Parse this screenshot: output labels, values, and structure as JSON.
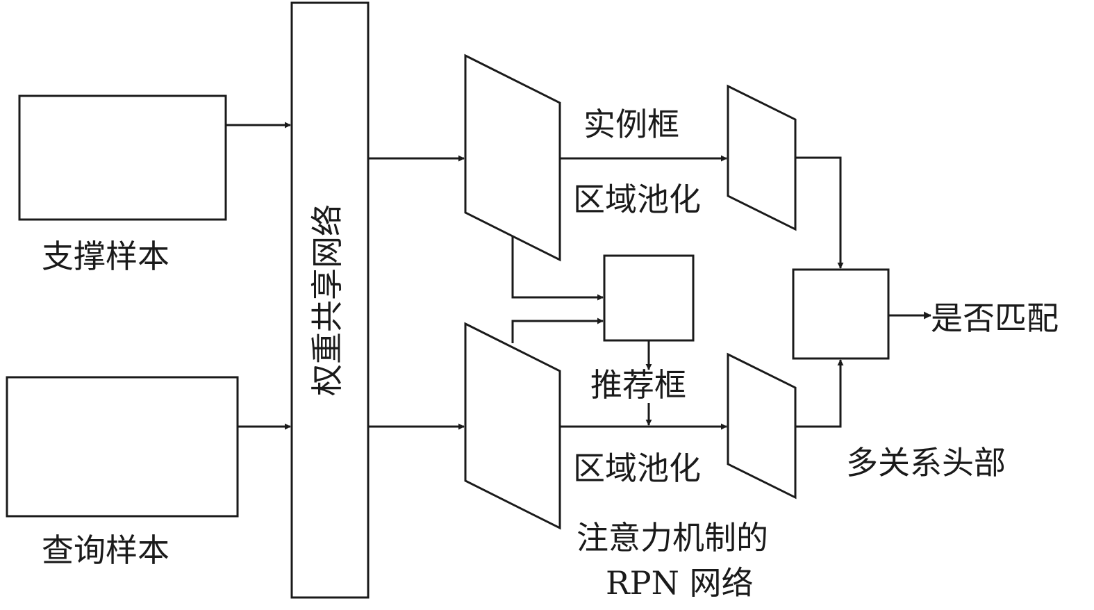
{
  "labels": {
    "support_sample": "支撑样本",
    "query_sample": "查询样本",
    "shared_network": "权重共享网络",
    "instance_box": "实例框",
    "roi_pooling_top": "区域池化",
    "proposal_box": "推荐框",
    "roi_pooling_bottom": "区域池化",
    "attention_rpn_line1": "注意力机制的",
    "attention_rpn_line2": "RPN 网络",
    "multi_relation_head": "多关系头部",
    "match_output": "是否匹配"
  }
}
